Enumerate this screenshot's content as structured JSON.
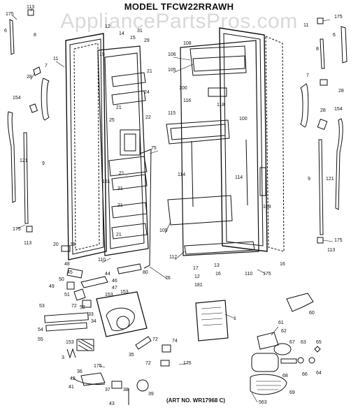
{
  "title": "MODEL TFCW22RRAWH",
  "watermark": "AppliancePartsPros.com",
  "art_number": "(ART NO. WR17968 C)",
  "callouts": {
    "c_175_tl": "175",
    "c_113_tl": "113",
    "c_6_l": "6",
    "c_8_l": "8",
    "c_11_l": "11",
    "c_7_l": "7",
    "c_28_l": "28",
    "c_154_l": "154",
    "c_121_l": "121",
    "c_9_l": "9",
    "c_175_l2": "175",
    "c_113_l2": "113",
    "c_12": "12",
    "c_14": "14",
    "c_15": "15",
    "c_29": "29",
    "c_31": "31",
    "c_19": "19",
    "c_21a": "21",
    "c_24": "24",
    "c_22": "22",
    "c_25": "25",
    "c_21b": "21",
    "c_75": "75",
    "c_151": "151",
    "c_21c": "21",
    "c_21d": "21",
    "c_21e": "21",
    "c_21f": "21",
    "c_76": "76",
    "c_110a": "110",
    "c_20": "20",
    "c_18": "18",
    "c_48": "48",
    "c_45": "45",
    "c_44": "44",
    "c_80": "80",
    "c_50": "50",
    "c_49": "49",
    "c_51": "51",
    "c_46": "46",
    "c_47": "47",
    "c_153a": "153",
    "c_153b": "153",
    "c_72a": "72",
    "c_52": "52",
    "c_53": "53",
    "c_33": "33",
    "c_34": "34",
    "c_54": "54",
    "c_55": "55",
    "c_153c": "153",
    "c_3": "3",
    "c_35": "35",
    "c_74": "74",
    "c_72b": "72",
    "c_72c": "72",
    "c_175a": "175",
    "c_175b": "175",
    "c_36": "36",
    "c_42": "42",
    "c_41": "41",
    "c_37": "37",
    "c_38": "38",
    "c_39": "39",
    "c_43": "43",
    "c_108a": "108",
    "c_106": "106",
    "c_105": "105",
    "c_100": "100",
    "c_116": "116",
    "c_118": "118",
    "c_115": "115",
    "c_100b": "100",
    "c_114a": "114",
    "c_114b": "114",
    "c_108b": "108",
    "c_109": "109",
    "c_112": "112",
    "c_13": "13",
    "c_17": "17",
    "c_16a": "16",
    "c_12b": "12",
    "c_181": "181",
    "c_110b": "110",
    "c_175c": "175",
    "c_16b": "16",
    "c_1": "1",
    "c_11r": "11",
    "c_175r": "175",
    "c_6r": "6",
    "c_8r": "8",
    "c_7r": "7",
    "c_28r": "28",
    "c_154r": "154",
    "c_28r2": "28",
    "c_121r": "121",
    "c_9r": "9",
    "c_175r2": "175",
    "c_113r": "113",
    "c_62": "62",
    "c_61": "61",
    "c_60": "60",
    "c_67": "67",
    "c_63": "63",
    "c_65": "65",
    "c_68": "68",
    "c_66": "66",
    "c_64": "64",
    "c_69": "69",
    "c_563": "563"
  }
}
